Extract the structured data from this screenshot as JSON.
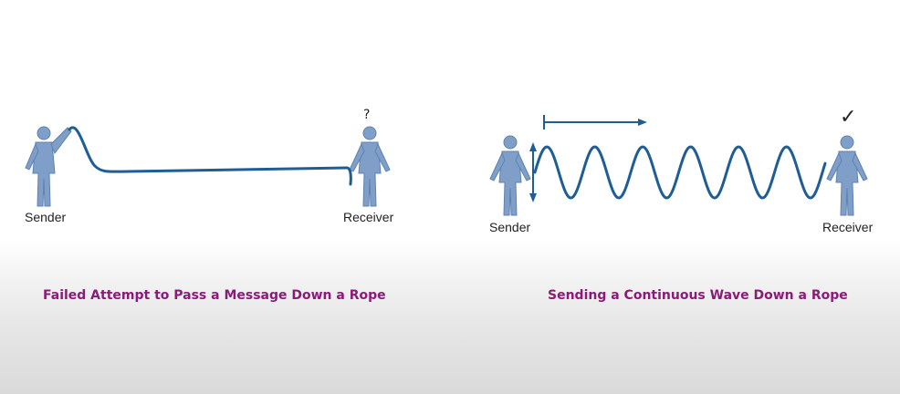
{
  "colors": {
    "figure": "#7f9fc8",
    "figure_stroke": "#5f82b0",
    "rope": "#1f5d96",
    "caption": "#8b1a7a"
  },
  "left_panel": {
    "sender_label": "Sender",
    "receiver_label": "Receiver",
    "receiver_mark": "?",
    "caption": "Failed Attempt to Pass a Message Down a Rope"
  },
  "right_panel": {
    "sender_label": "Sender",
    "receiver_label": "Receiver",
    "receiver_mark": "✓",
    "caption": "Sending a Continuous Wave Down a Rope"
  }
}
